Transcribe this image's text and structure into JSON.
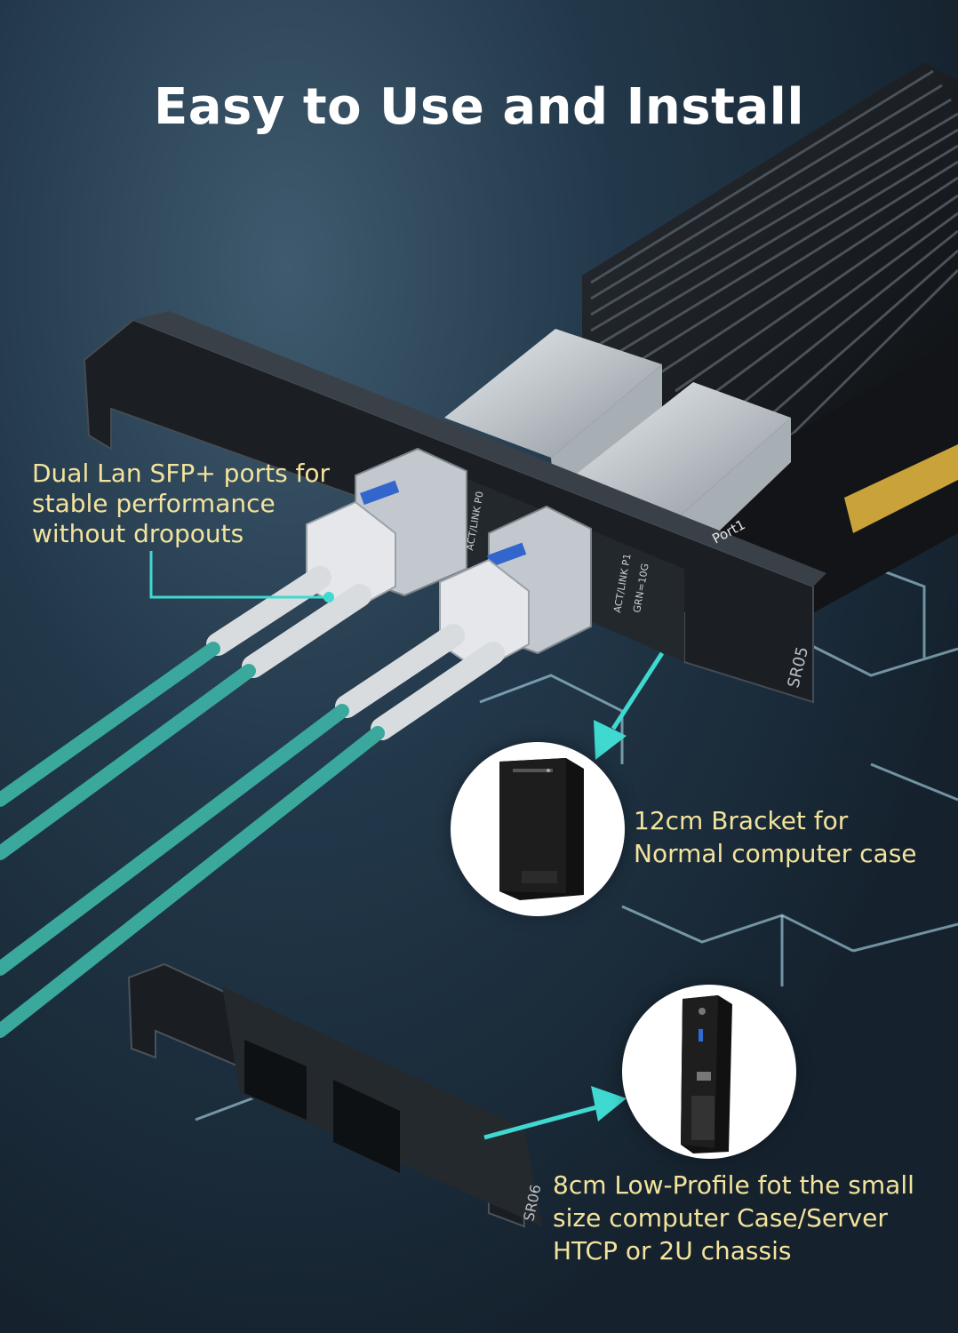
{
  "title": "Easy to Use and Install",
  "callouts": {
    "ports": [
      "Dual Lan SFP+ ports for",
      "stable performance",
      "without dropouts"
    ],
    "normal_bracket": [
      "12cm Bracket for",
      "Normal computer case"
    ],
    "low_profile": [
      "8cm Low-Profile fot the small",
      "size computer Case/Server",
      "HTCP or 2U chassis"
    ]
  },
  "card_markings": {
    "port_label": "Port1",
    "bracket_code": "SR05",
    "low_bracket_code": "SR06",
    "led_p0": "ACT/LINK P0",
    "led_p1": "ACT/LINK P1",
    "led_speed": "GRN=10G"
  },
  "colors": {
    "accent": "#3fd9d0",
    "cable": "#3aa89c",
    "callout_text": "#f3e39c"
  },
  "icons": [
    "tower-pc-icon",
    "mini-pc-icon"
  ]
}
